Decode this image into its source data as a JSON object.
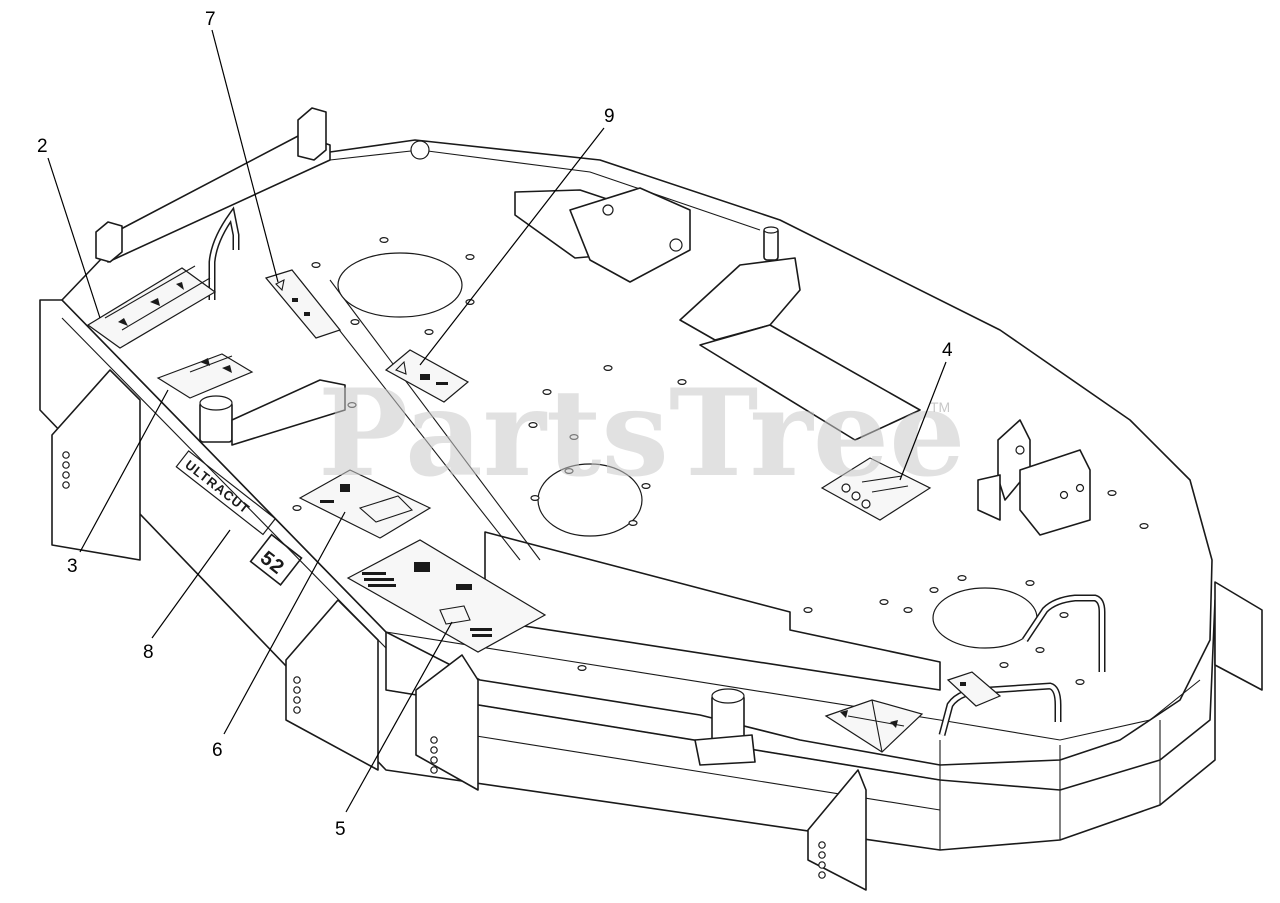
{
  "watermark": {
    "text": "PartsTree",
    "tm": "TM"
  },
  "deck_branding": {
    "text": "ULTRACUT",
    "size_label": "52"
  },
  "callouts": [
    {
      "id": "2",
      "label": "2"
    },
    {
      "id": "3",
      "label": "3"
    },
    {
      "id": "4",
      "label": "4"
    },
    {
      "id": "5",
      "label": "5"
    },
    {
      "id": "6",
      "label": "6"
    },
    {
      "id": "7",
      "label": "7"
    },
    {
      "id": "8",
      "label": "8"
    },
    {
      "id": "9",
      "label": "9"
    }
  ]
}
